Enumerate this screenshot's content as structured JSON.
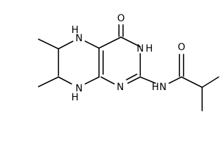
{
  "structure": {
    "atoms": {
      "o_top": "O",
      "nh_ring_upper": "H",
      "n_ring_upper": "N",
      "nh_ring_lower": "H",
      "n_ring_lower": "N",
      "n_pyrimidine_right": "N",
      "nh_pyrimidine_right": "H",
      "n_pyrimidine_bottom": "N",
      "nh_amide_h": "H",
      "nh_amide_n": "N",
      "o_amide": "O"
    }
  }
}
